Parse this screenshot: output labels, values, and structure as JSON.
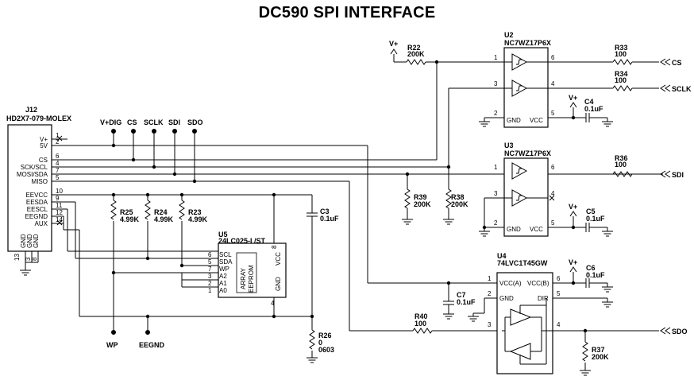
{
  "title": "DC590 SPI INTERFACE",
  "connector": {
    "ref": "J12",
    "part": "HD2X7-079-MOLEX",
    "pins": [
      {
        "num": "1",
        "name": "V+"
      },
      {
        "num": "2",
        "name": "5V"
      },
      {
        "num": "6",
        "name": "CS"
      },
      {
        "num": "4",
        "name": "SCK/SCL"
      },
      {
        "num": "7",
        "name": "MOSI/SDA"
      },
      {
        "num": "5",
        "name": "MISO"
      },
      {
        "num": "10",
        "name": "EEVCC"
      },
      {
        "num": "9",
        "name": "EESDA"
      },
      {
        "num": "11",
        "name": "EESCL"
      },
      {
        "num": "12",
        "name": "EEGND"
      },
      {
        "num": "14",
        "name": "AUX"
      }
    ],
    "gnd_pins": [
      "13",
      "3",
      "8"
    ],
    "gnd_labels": [
      "GND",
      "GND",
      "GND"
    ]
  },
  "test_points": [
    "V+DIG",
    "CS",
    "SCLK",
    "SDI",
    "SDO"
  ],
  "bottom_points": [
    "WP",
    "EEGND"
  ],
  "u2": {
    "ref": "U2",
    "part": "NC7WZ17P6X",
    "pins": [
      "1",
      "6",
      "3",
      "4",
      "2",
      "5"
    ],
    "gnd": "GND",
    "vcc": "VCC"
  },
  "u3": {
    "ref": "U3",
    "part": "NC7WZ17P6X",
    "pins": [
      "1",
      "6",
      "3",
      "4",
      "2",
      "5"
    ],
    "gnd": "GND",
    "vcc": "VCC"
  },
  "u4": {
    "ref": "U4",
    "part": "74LVC1T45GW",
    "vcca": "VCC(A)",
    "vccb": "VCC(B)",
    "gnd": "GND",
    "dir": "DIR",
    "pins": [
      "1",
      "6",
      "2",
      "5",
      "3",
      "4"
    ]
  },
  "u5": {
    "ref": "U5",
    "part": "24LC025-I /ST",
    "pins": [
      {
        "num": "6",
        "name": "SCL"
      },
      {
        "num": "5",
        "name": "SDA"
      },
      {
        "num": "7",
        "name": "WP"
      },
      {
        "num": "3",
        "name": "A2"
      },
      {
        "num": "2",
        "name": "A1"
      },
      {
        "num": "1",
        "name": "A0"
      }
    ],
    "vcc": "VCC",
    "vcc_pin": "8",
    "gnd": "GND",
    "gnd_pin": "4",
    "array_label": "ARRAY",
    "eeprom_label": "EEPROM"
  },
  "resistors": {
    "R22": {
      "ref": "R22",
      "value": "200K"
    },
    "R33": {
      "ref": "R33",
      "value": "100"
    },
    "R34": {
      "ref": "R34",
      "value": "100"
    },
    "R36": {
      "ref": "R36",
      "value": "100"
    },
    "R39": {
      "ref": "R39",
      "value": "200K"
    },
    "R38": {
      "ref": "R38",
      "value": "200K"
    },
    "R25": {
      "ref": "R25",
      "value": "4.99K"
    },
    "R24": {
      "ref": "R24",
      "value": "4.99K"
    },
    "R23": {
      "ref": "R23",
      "value": "4.99K"
    },
    "R40": {
      "ref": "R40",
      "value": "100"
    },
    "R26": {
      "ref": "R26",
      "value": "0",
      "extra": "0603"
    },
    "R37": {
      "ref": "R37",
      "value": "200K"
    }
  },
  "capacitors": {
    "C4": {
      "ref": "C4",
      "value": "0.1uF"
    },
    "C5": {
      "ref": "C5",
      "value": "0.1uF"
    },
    "C6": {
      "ref": "C6",
      "value": "0.1uF"
    },
    "C3": {
      "ref": "C3",
      "value": "0.1uF"
    },
    "C7": {
      "ref": "C7",
      "value": "0.1uF"
    }
  },
  "supply": "V+",
  "nets": {
    "cs": "CS",
    "sclk": "SCLK",
    "sdi": "SDI",
    "sdo": "SDO"
  }
}
